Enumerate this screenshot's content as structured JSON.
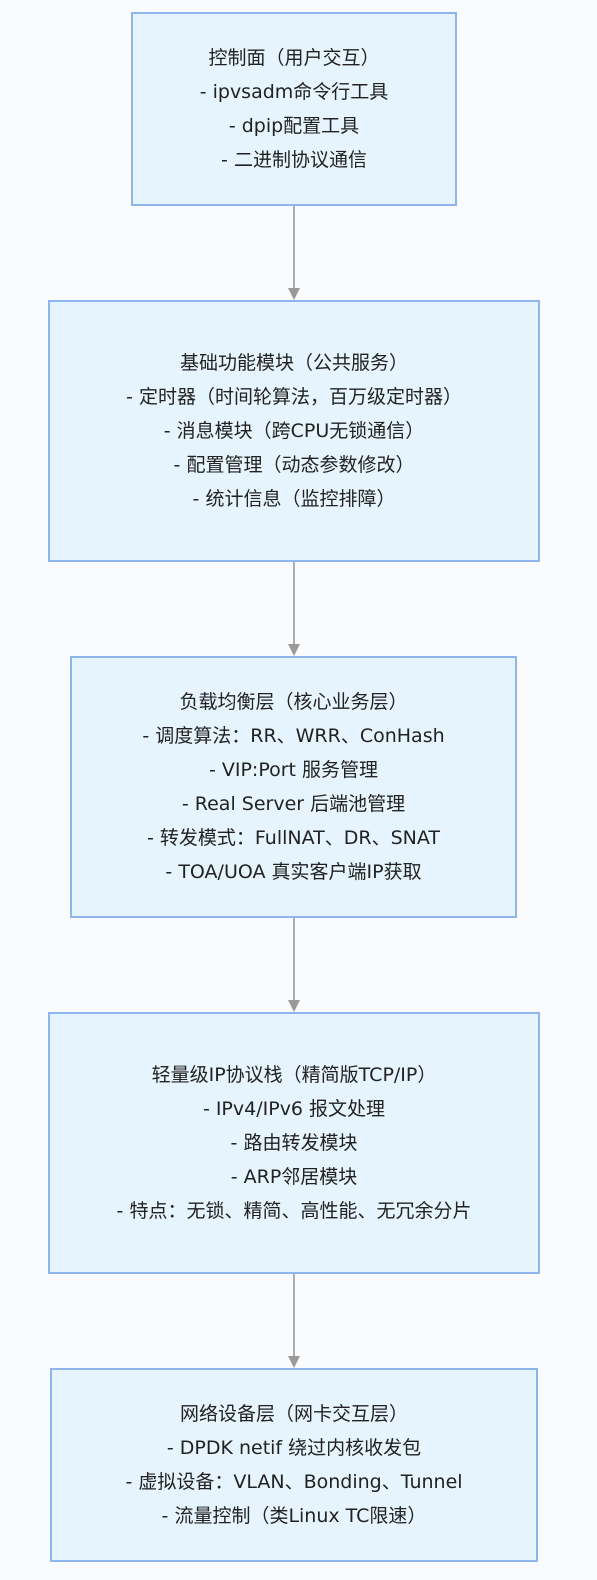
{
  "layers": [
    {
      "id": "control-plane",
      "title": "控制面（用户交互）",
      "items": [
        "- ipvsadm命令行工具",
        "- dpip配置工具",
        "- 二进制协议通信"
      ]
    },
    {
      "id": "basic-modules",
      "title": "基础功能模块（公共服务）",
      "items": [
        "- 定时器（时间轮算法，百万级定时器）",
        "- 消息模块（跨CPU无锁通信）",
        "- 配置管理（动态参数修改）",
        "- 统计信息（监控排障）"
      ]
    },
    {
      "id": "load-balancer",
      "title": "负载均衡层（核心业务层）",
      "items": [
        "- 调度算法：RR、WRR、ConHash",
        "- VIP:Port 服务管理",
        "- Real Server 后端池管理",
        "- 转发模式：FullNAT、DR、SNAT",
        "- TOA/UOA 真实客户端IP获取"
      ]
    },
    {
      "id": "ip-stack",
      "title": "轻量级IP协议栈（精简版TCP/IP）",
      "items": [
        "- IPv4/IPv6 报文处理",
        "- 路由转发模块",
        "- ARP邻居模块",
        "- 特点：无锁、精简、高性能、无冗余分片"
      ]
    },
    {
      "id": "network-device",
      "title": "网络设备层（网卡交互层）",
      "items": [
        "- DPDK netif 绕过内核收发包",
        "- 虚拟设备：VLAN、Bonding、Tunnel",
        "- 流量控制（类Linux TC限速）"
      ]
    }
  ]
}
